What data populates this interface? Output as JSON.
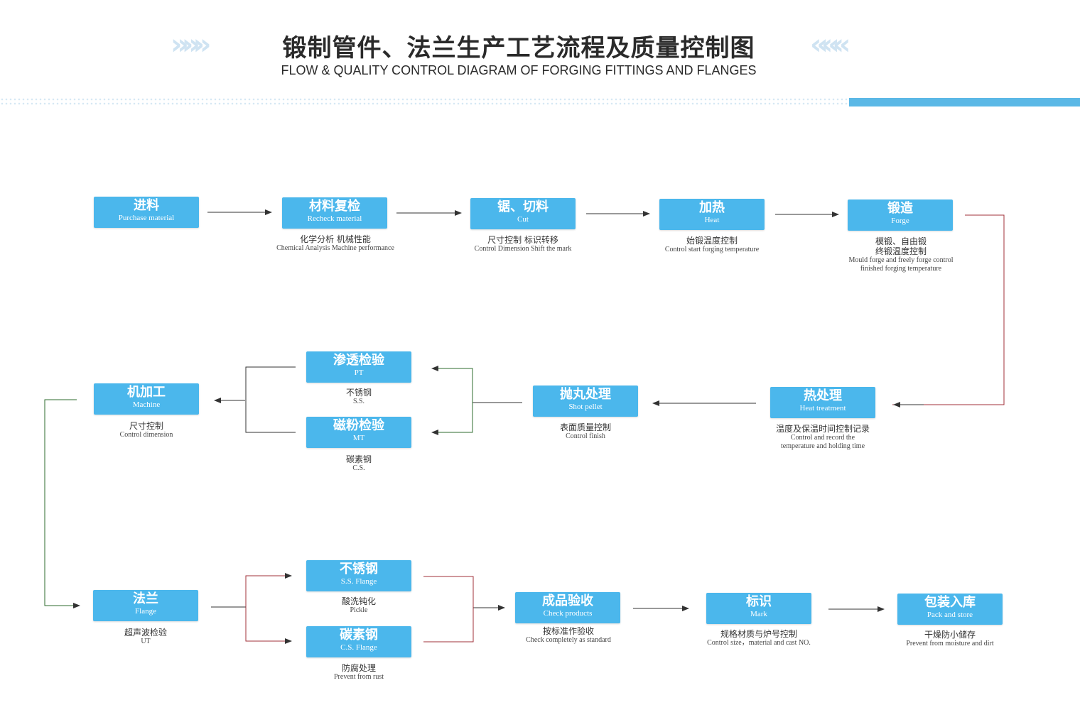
{
  "title": {
    "cn": "锻制管件、法兰生产工艺流程及质量控制图",
    "en": "FLOW & QUALITY CONTROL DIAGRAM OF FORGING FITTINGS AND FLANGES"
  },
  "decor": {
    "chevrons_left": "»»»",
    "chevrons_right": "«««"
  },
  "nodes": {
    "purchase": {
      "cn": "进料",
      "en": "Purchase material"
    },
    "recheck": {
      "cn": "材料复检",
      "en": "Recheck material",
      "note_cn": "化学分析  机械性能",
      "note_en": "Chemical Analysis  Machine performance"
    },
    "cut": {
      "cn": "锯、切料",
      "en": "Cut",
      "note_cn": "尺寸控制  标识转移",
      "note_en": "Control Dimension   Shift the mark"
    },
    "heat": {
      "cn": "加热",
      "en": "Heat",
      "note_cn": "始锻温度控制",
      "note_en": "Control start forging temperature"
    },
    "forge": {
      "cn": "锻造",
      "en": "Forge",
      "note_cn1": "模锻、自由锻",
      "note_cn2": "终锻温度控制",
      "note_en1": "Mould forge and freely forge control",
      "note_en2": "finished forging temperature"
    },
    "heat_treatment": {
      "cn": "热处理",
      "en": "Heat treatment",
      "note_cn": "温度及保温时间控制记录",
      "note_en1": "Control and record the",
      "note_en2": "temperature and holding time"
    },
    "shot": {
      "cn": "抛丸处理",
      "en": "Shot pellet",
      "note_cn": "表面质量控制",
      "note_en": "Control finish"
    },
    "pt": {
      "cn": "渗透检验",
      "en": "PT",
      "note_cn": "不锈钢",
      "note_en": "S.S."
    },
    "mt": {
      "cn": "磁粉检验",
      "en": "MT",
      "note_cn": "碳素钢",
      "note_en": "C.S."
    },
    "machine": {
      "cn": "机加工",
      "en": "Machine",
      "note_cn": "尺寸控制",
      "note_en": "Control dimension"
    },
    "flange": {
      "cn": "法兰",
      "en": "Flange",
      "note_cn": "超声波检验",
      "note_en": "UT"
    },
    "ss_flange": {
      "cn": "不锈钢",
      "en": "S.S. Flange",
      "note_cn": "酸洗钝化",
      "note_en": "Pickle"
    },
    "cs_flange": {
      "cn": "碳素钢",
      "en": "C.S. Flange",
      "note_cn": "防腐处理",
      "note_en": "Prevent from rust"
    },
    "check": {
      "cn": "成品验收",
      "en": "Check products",
      "note_cn": "按标准作验收",
      "note_en": "Check completely as standard"
    },
    "mark": {
      "cn": "标识",
      "en": "Mark",
      "note_cn": "规格材质与炉号控制",
      "note_en": "Control size，material and cast NO."
    },
    "pack": {
      "cn": "包装入库",
      "en": "Pack and store",
      "note_cn": "干燥防小储存",
      "note_en": "Prevent from moisture and dirt"
    }
  },
  "colors": {
    "box": "#4bb7ec",
    "arrow": "#333333",
    "connector_red": "#a0303a",
    "connector_green": "#2e6b2e",
    "band": "#5bb8e6"
  }
}
